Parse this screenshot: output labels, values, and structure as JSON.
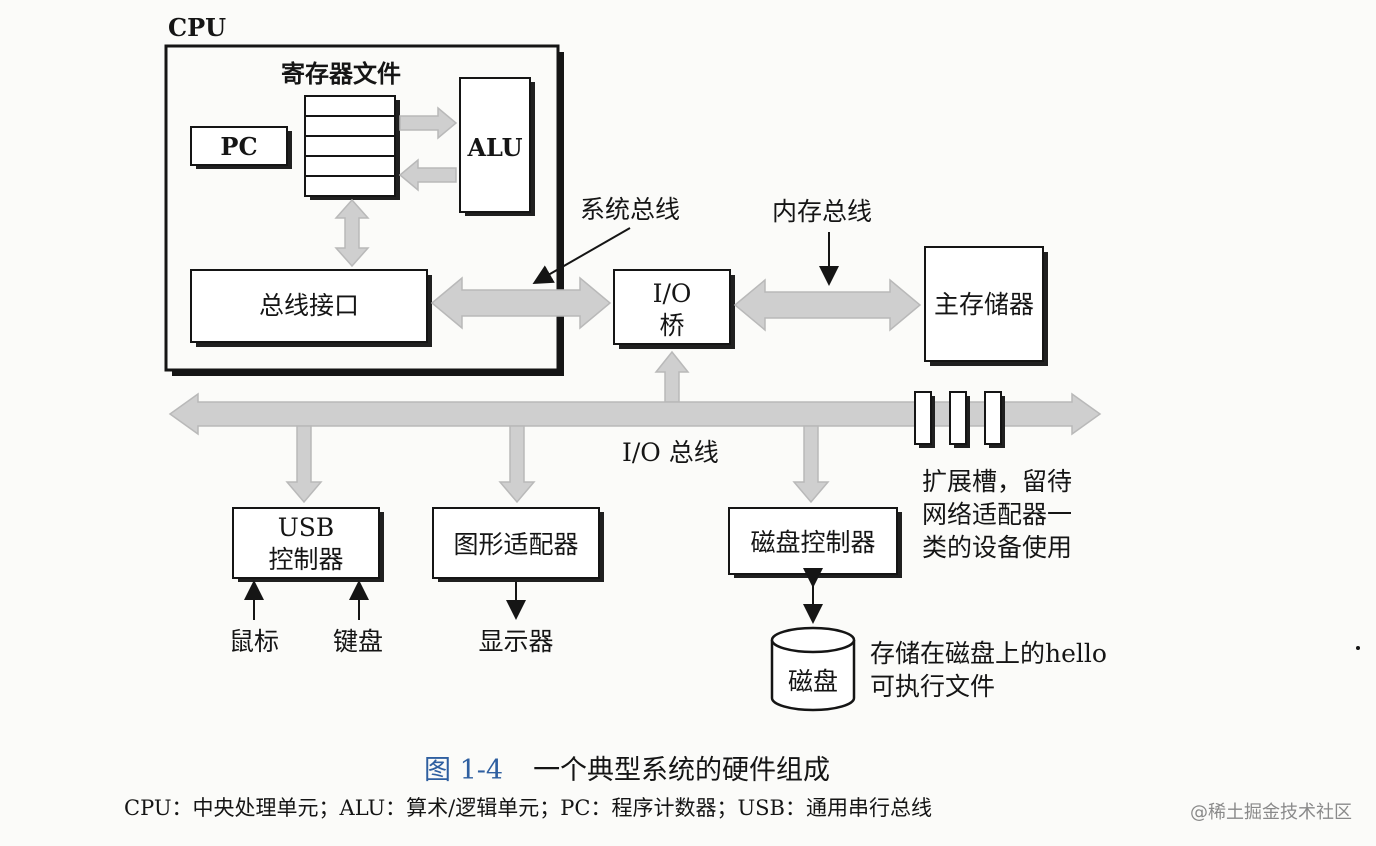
{
  "cpu": {
    "label": "CPU"
  },
  "register_file": {
    "label": "寄存器文件"
  },
  "pc": {
    "label": "PC"
  },
  "alu": {
    "label": "ALU"
  },
  "bus_interface": {
    "label": "总线接口"
  },
  "system_bus": {
    "label": "系统总线"
  },
  "memory_bus": {
    "label": "内存总线"
  },
  "io_bridge": {
    "line1": "I/O",
    "line2": "桥"
  },
  "main_memory": {
    "label": "主存储器"
  },
  "io_bus": {
    "label": "I/O 总线"
  },
  "expansion": {
    "lines": [
      "扩展槽，留待",
      "网络适配器一",
      "类的设备使用"
    ]
  },
  "usb_controller": {
    "line1": "USB",
    "line2": "控制器"
  },
  "graphics_adapter": {
    "label": "图形适配器"
  },
  "disk_controller": {
    "label": "磁盘控制器"
  },
  "mouse": {
    "label": "鼠标"
  },
  "keyboard": {
    "label": "键盘"
  },
  "display": {
    "label": "显示器"
  },
  "disk": {
    "label": "磁盘"
  },
  "disk_note": {
    "line1": "存储在磁盘上的hello",
    "line2": "可执行文件"
  },
  "caption": {
    "figure_number": "图 1-4",
    "title": "一个典型系统的硬件组成",
    "note": "CPU：中央处理单元；ALU：算术/逻辑单元；PC：程序计数器；USB：通用串行总线"
  },
  "watermark": "@稀土掘金技术社区"
}
